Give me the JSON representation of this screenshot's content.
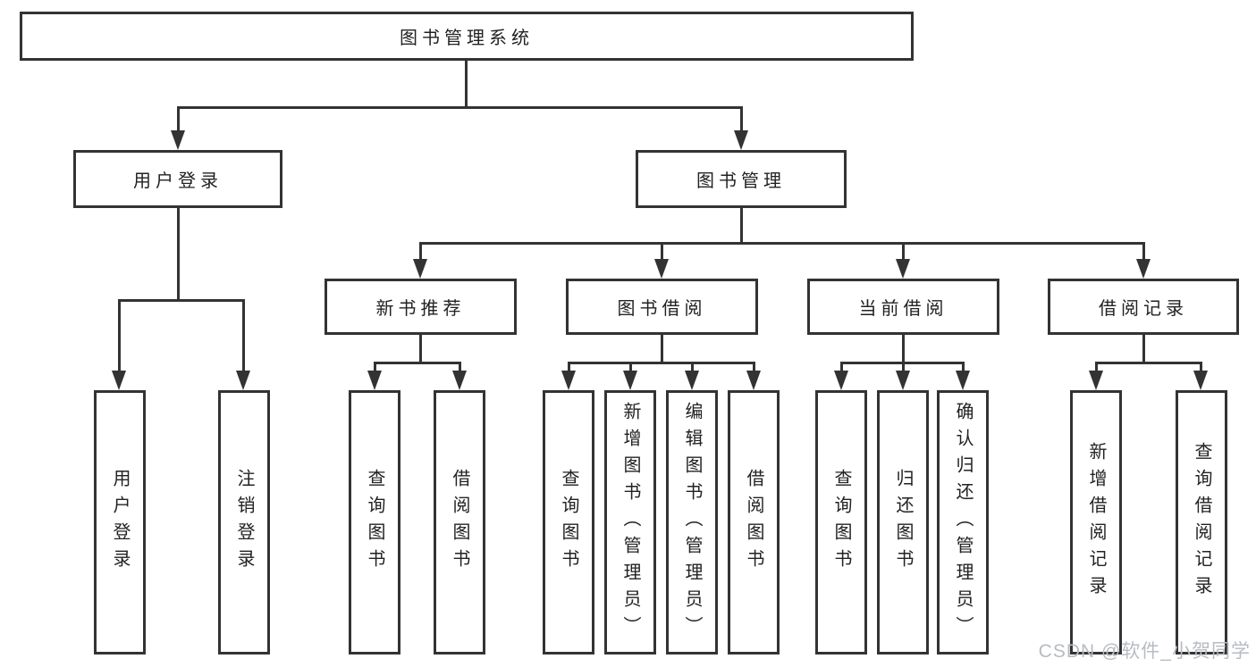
{
  "colors": {
    "line": "#333333",
    "text": "#222222",
    "background": "#ffffff",
    "watermark": "#b7bbc2"
  },
  "diagram": {
    "root": {
      "label": "图书管理系统"
    },
    "level2": [
      {
        "label": "用户登录"
      },
      {
        "label": "图书管理"
      }
    ],
    "level3": [
      {
        "label": "新书推荐",
        "parent": "图书管理"
      },
      {
        "label": "图书借阅",
        "parent": "图书管理"
      },
      {
        "label": "当前借阅",
        "parent": "图书管理"
      },
      {
        "label": "借阅记录",
        "parent": "图书管理"
      }
    ],
    "leaves": [
      {
        "label": "用户登录",
        "parent": "用户登录"
      },
      {
        "label": "注销登录",
        "parent": "用户登录"
      },
      {
        "label": "查询图书",
        "parent": "新书推荐"
      },
      {
        "label": "借阅图书",
        "parent": "新书推荐"
      },
      {
        "label": "查询图书",
        "parent": "图书借阅"
      },
      {
        "label": "新增图书（管理员）",
        "parent": "图书借阅"
      },
      {
        "label": "编辑图书（管理员）",
        "parent": "图书借阅"
      },
      {
        "label": "借阅图书",
        "parent": "图书借阅"
      },
      {
        "label": "查询图书",
        "parent": "当前借阅"
      },
      {
        "label": "归还图书",
        "parent": "当前借阅"
      },
      {
        "label": "确认归还（管理员）",
        "parent": "当前借阅"
      },
      {
        "label": "新增借阅记录",
        "parent": "借阅记录"
      },
      {
        "label": "查询借阅记录",
        "parent": "借阅记录"
      }
    ]
  },
  "watermark": {
    "text": "CSDN @软件_小贺同学"
  }
}
